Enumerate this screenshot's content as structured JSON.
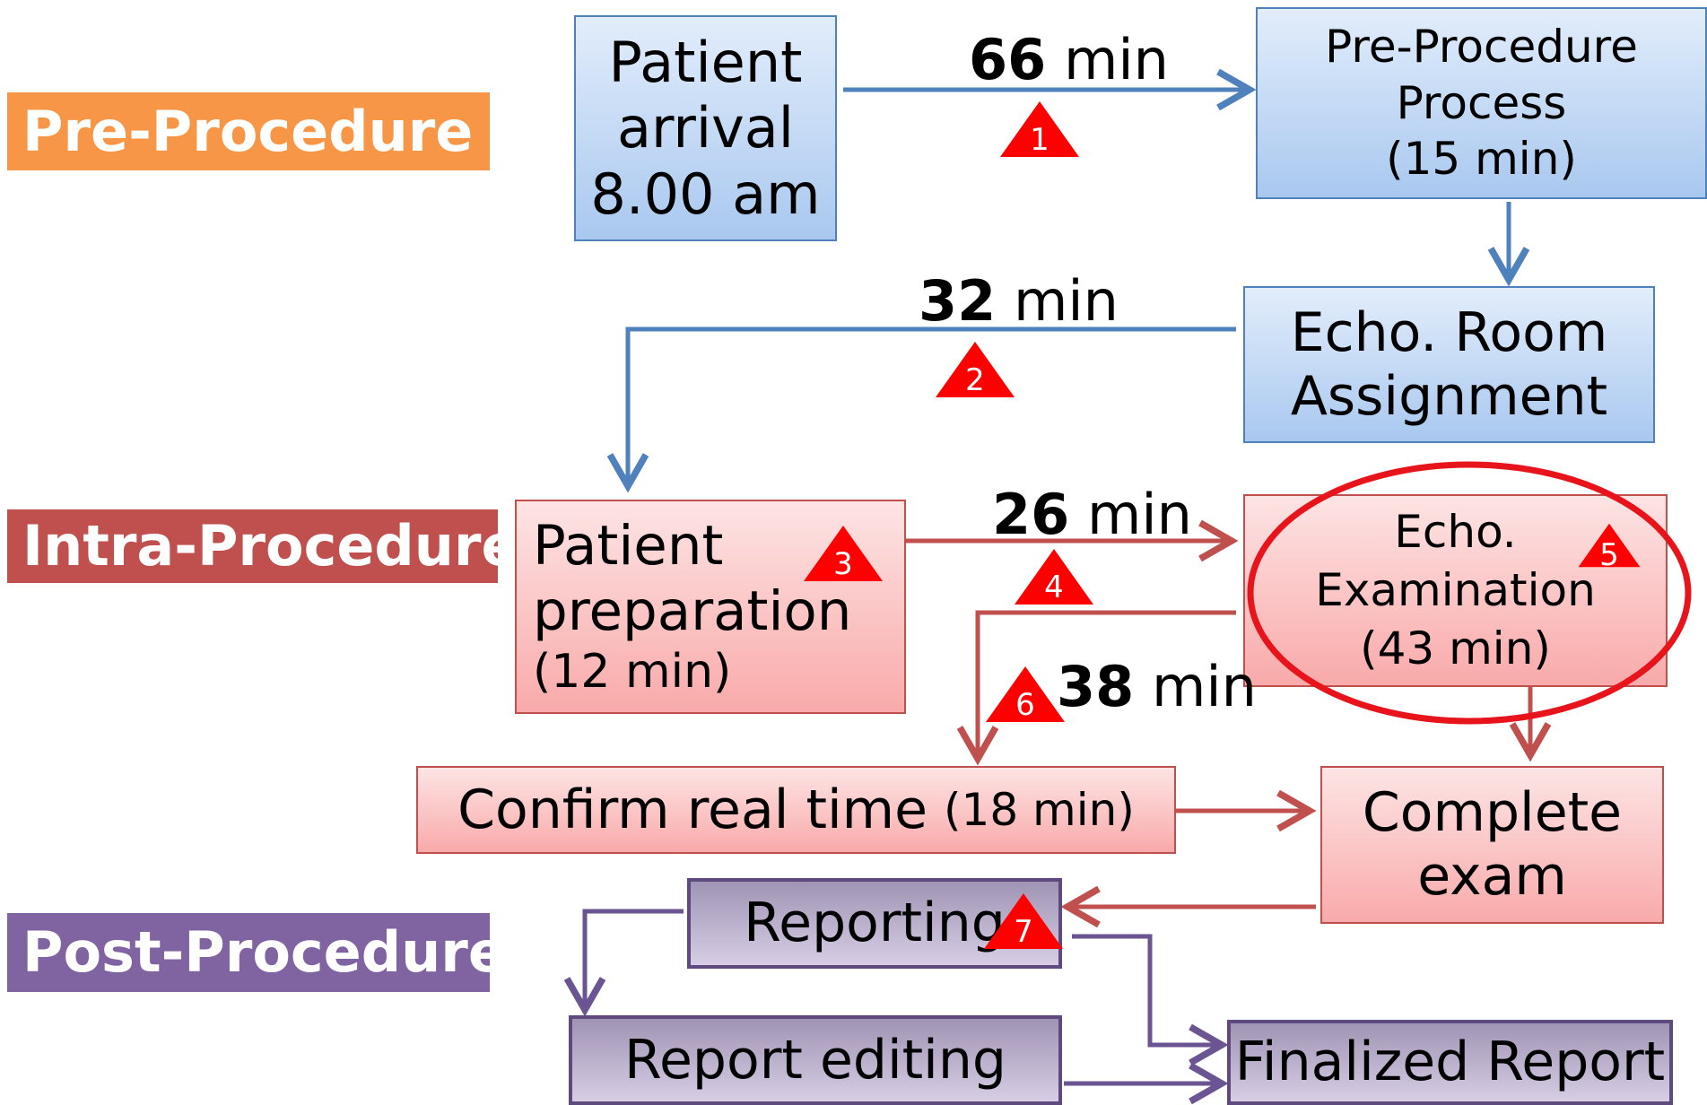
{
  "phases": {
    "pre": {
      "label": "Pre-Procedure",
      "color": "#f79646"
    },
    "intra": {
      "label": "Intra-Procedure",
      "color": "#c0504d"
    },
    "post": {
      "label": "Post-Procedure",
      "color": "#8064a2"
    }
  },
  "boxes": {
    "patient_arrival": {
      "line1": "Patient",
      "line2": "arrival",
      "line3": "8.00 am"
    },
    "pre_procedure_process": {
      "line1": "Pre-Procedure",
      "line2": "Process",
      "line3": "(15 min)"
    },
    "echo_room_assignment": {
      "line1": "Echo. Room",
      "line2": "Assignment"
    },
    "patient_preparation": {
      "line1": "Patient",
      "line2": "preparation",
      "line3": "(12 min)"
    },
    "echo_examination": {
      "line1": "Echo.",
      "line2": "Examination",
      "line3": "(43 min)"
    },
    "confirm_real_time": {
      "main": "Confirm real time",
      "duration": "(18 min)"
    },
    "complete_exam": {
      "line1": "Complete",
      "line2": "exam"
    },
    "reporting": {
      "label": "Reporting"
    },
    "report_editing": {
      "label": "Report editing"
    },
    "finalized_report": {
      "label": "Finalized Report"
    }
  },
  "durations": {
    "d1": {
      "value": "66",
      "unit": "min"
    },
    "d2": {
      "value": "32",
      "unit": "min"
    },
    "d3": {
      "value": "26",
      "unit": "min"
    },
    "d4": {
      "value": "38",
      "unit": "min"
    }
  },
  "warnings": [
    "1",
    "2",
    "3",
    "4",
    "5",
    "6",
    "7"
  ],
  "colors": {
    "blue_arrow": "#4f81bd",
    "red_arrow": "#c0504d",
    "purple_arrow": "#6a5592",
    "warning_triangle": "#ff0000",
    "highlight_circle": "#e8141c"
  }
}
